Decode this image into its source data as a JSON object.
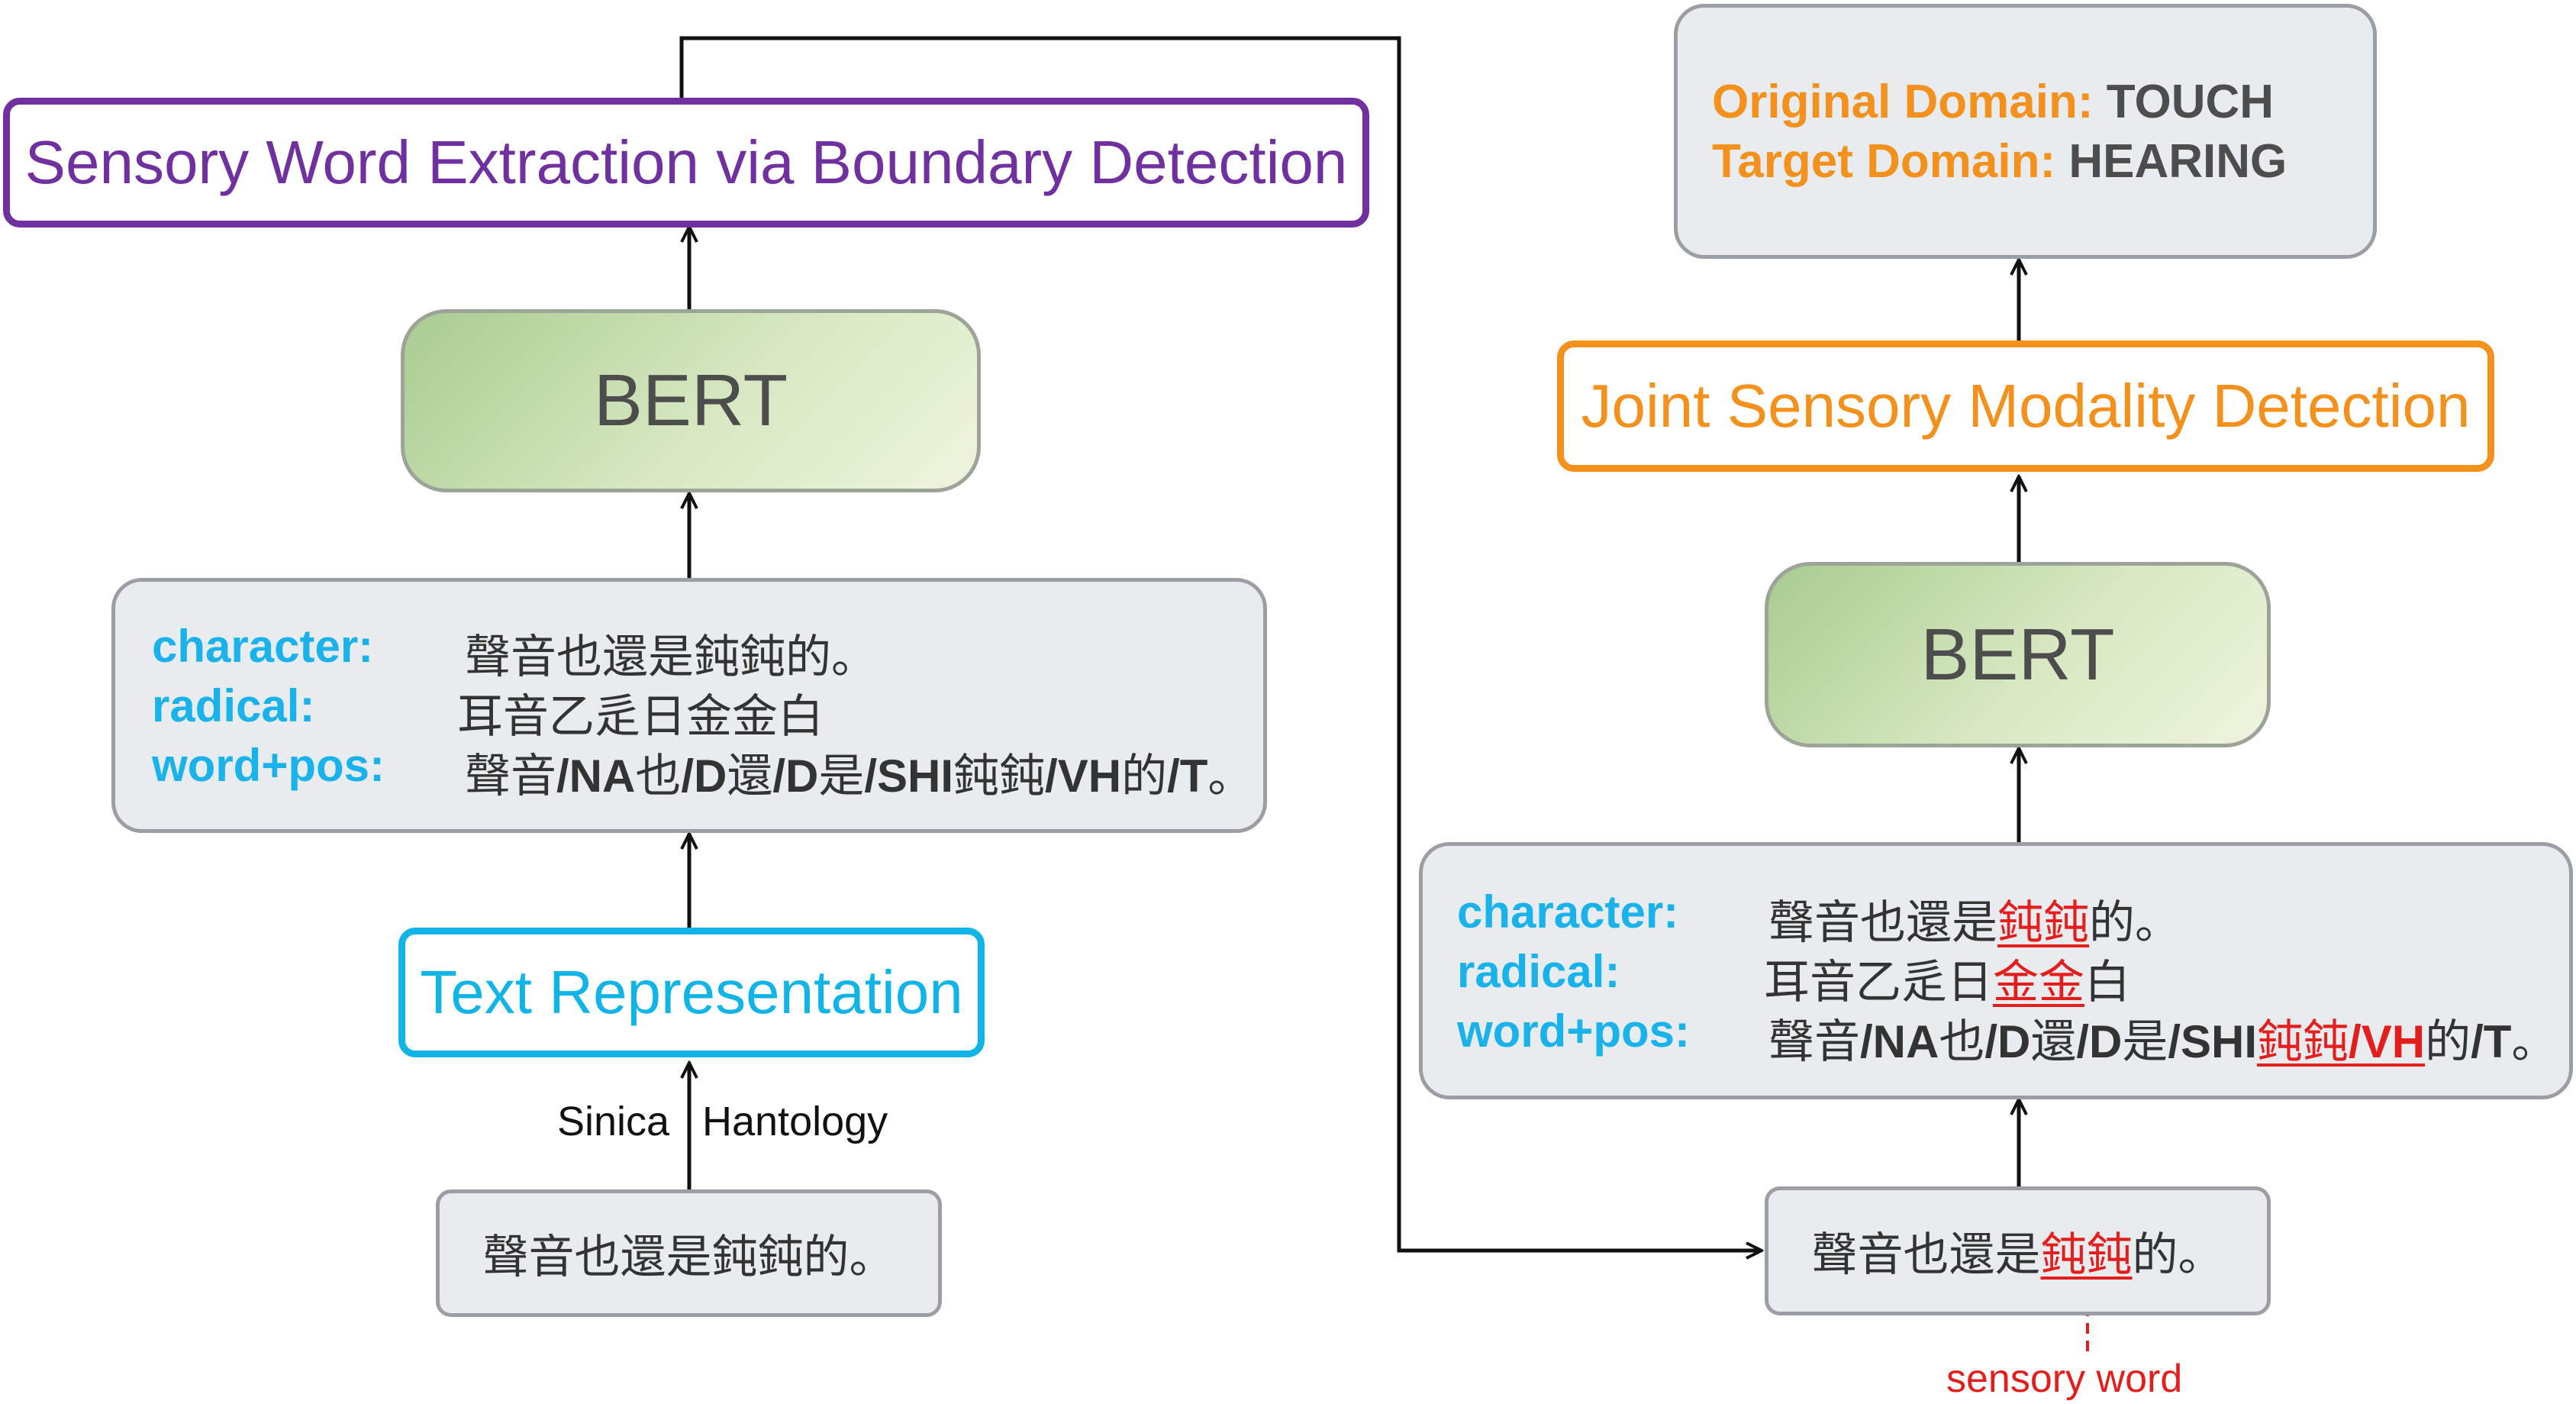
{
  "left": {
    "extraction_label": "Sensory Word Extraction via Boundary Detection",
    "bert_label": "BERT",
    "representation": {
      "char_label": "character:",
      "char_value": "聲音也還是鈍鈍的。",
      "radical_label": "radical:",
      "radical_value": "耳音乙辵日金金白",
      "wordpos_label": "word+pos:",
      "wp": [
        "聲音",
        "/NA",
        "也",
        "/D",
        "還",
        "/D",
        "是",
        "/SHI",
        "鈍鈍",
        "/VH",
        "的",
        "/T",
        "。"
      ]
    },
    "text_repr_label": "Text Representation",
    "tool1": "Sinica",
    "tool2": "Hantology",
    "input_sentence": "聲音也還是鈍鈍的。"
  },
  "right": {
    "original_domain_label": "Original Domain:",
    "original_domain_value": "TOUCH",
    "target_domain_label": "Target Domain:",
    "target_domain_value": "HEARING",
    "joint_label": "Joint Sensory Modality Detection",
    "bert_label": "BERT",
    "representation": {
      "char_label": "character:",
      "char_pre": "聲音也還是",
      "char_hl": "鈍鈍",
      "char_post": "的。",
      "radical_label": "radical:",
      "radical_pre": "耳音乙辵日",
      "radical_hl": "金金",
      "radical_post": "白",
      "wordpos_label": "word+pos:",
      "wp": [
        "聲音",
        "/NA",
        "也",
        "/D",
        "還",
        "/D",
        "是",
        "/SHI"
      ],
      "wp_hl_word": "鈍鈍",
      "wp_hl_tag": "/VH",
      "wp_post_word": "的",
      "wp_post_tag": "/T",
      "wp_end": "。"
    },
    "input_pre": "聲音也還是",
    "input_hl": "鈍鈍",
    "input_post": "的。",
    "sensory_word_label": "sensory word"
  },
  "colors": {
    "purple": "#7030a0",
    "cyan": "#10b4e6",
    "orange": "#f4901c",
    "red": "#e41d1d"
  }
}
